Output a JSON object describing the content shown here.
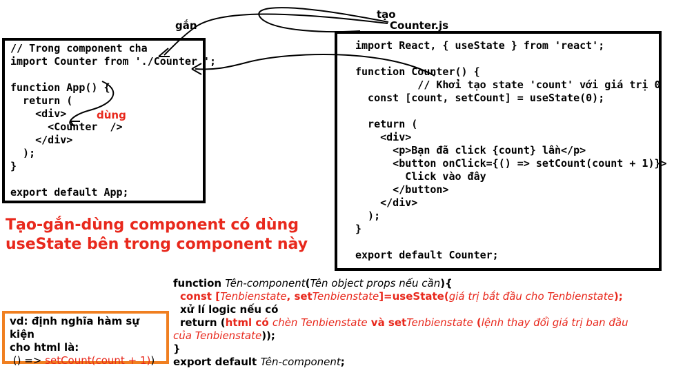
{
  "labels": {
    "gan": "gắn",
    "tao": "tạo",
    "counter_file": "Counter.js",
    "dung": "dùng"
  },
  "app_box": {
    "lines": [
      "// Trong component cha",
      "import Counter from './Counter ';",
      "",
      "function App() {",
      "  return (",
      "    <div>",
      "      <Counter  />",
      "    </div>",
      "  );",
      "}",
      "",
      "export default App;"
    ]
  },
  "counter_box": {
    "lines": [
      "import React, { useState } from 'react';",
      "",
      "function Counter() {",
      "          // Khởi tạo state 'count' với giá trị 0",
      "  const [count, setCount] = useState(0);",
      "",
      "  return (",
      "    <div>",
      "      <p>Bạn đã click {count} lần</p>",
      "      <button onClick={() => setCount(count + 1)}>",
      "        Click vào đây",
      "      </button>",
      "    </div>",
      "  );",
      "}",
      "",
      "export default Counter;"
    ]
  },
  "title": {
    "line1": "Tạo-gắn-dùng component có dùng",
    "line2": "useState bên trong component này"
  },
  "general": {
    "l1_kw": "function ",
    "l1_name": "Tên-component",
    "l1_open": "(",
    "l1_props": "Tên object props nếu cần",
    "l1_close": "){",
    "l2_const": "const [",
    "l2_state": "Tenbienstate",
    "l2_comma": ", set",
    "l2_setter": "Tenbienstate",
    "l2_use": "]=useState(",
    "l2_init": "giá trị bắt đầu cho Tenbienstate",
    "l2_end": ");",
    "l3": "xử lí logic nếu có",
    "l4_return": "return (",
    "l4_html": "html có ",
    "l4_chen": "chèn Tenbienstate",
    "l4_va": " và set",
    "l4_setter": "Tenbienstate",
    "l4_paren": " (",
    "l4_desc": "lệnh thay đổi giá trị ban đầu",
    "l5_desc": "của Tenbienstate",
    "l5_end": "));",
    "l6": "}",
    "l7_kw": "export default ",
    "l7_name": "Tên-component",
    "l7_end": ";"
  },
  "example": {
    "line1": "vd: định nghĩa hàm sự kiện",
    "line2": "cho html là:",
    "arrow": " () => ",
    "call": "setCount(count + 1)",
    "close": ")"
  },
  "colors": {
    "accent_red": "#e8281c",
    "example_border": "#f07f20",
    "box_border": "#000000"
  }
}
